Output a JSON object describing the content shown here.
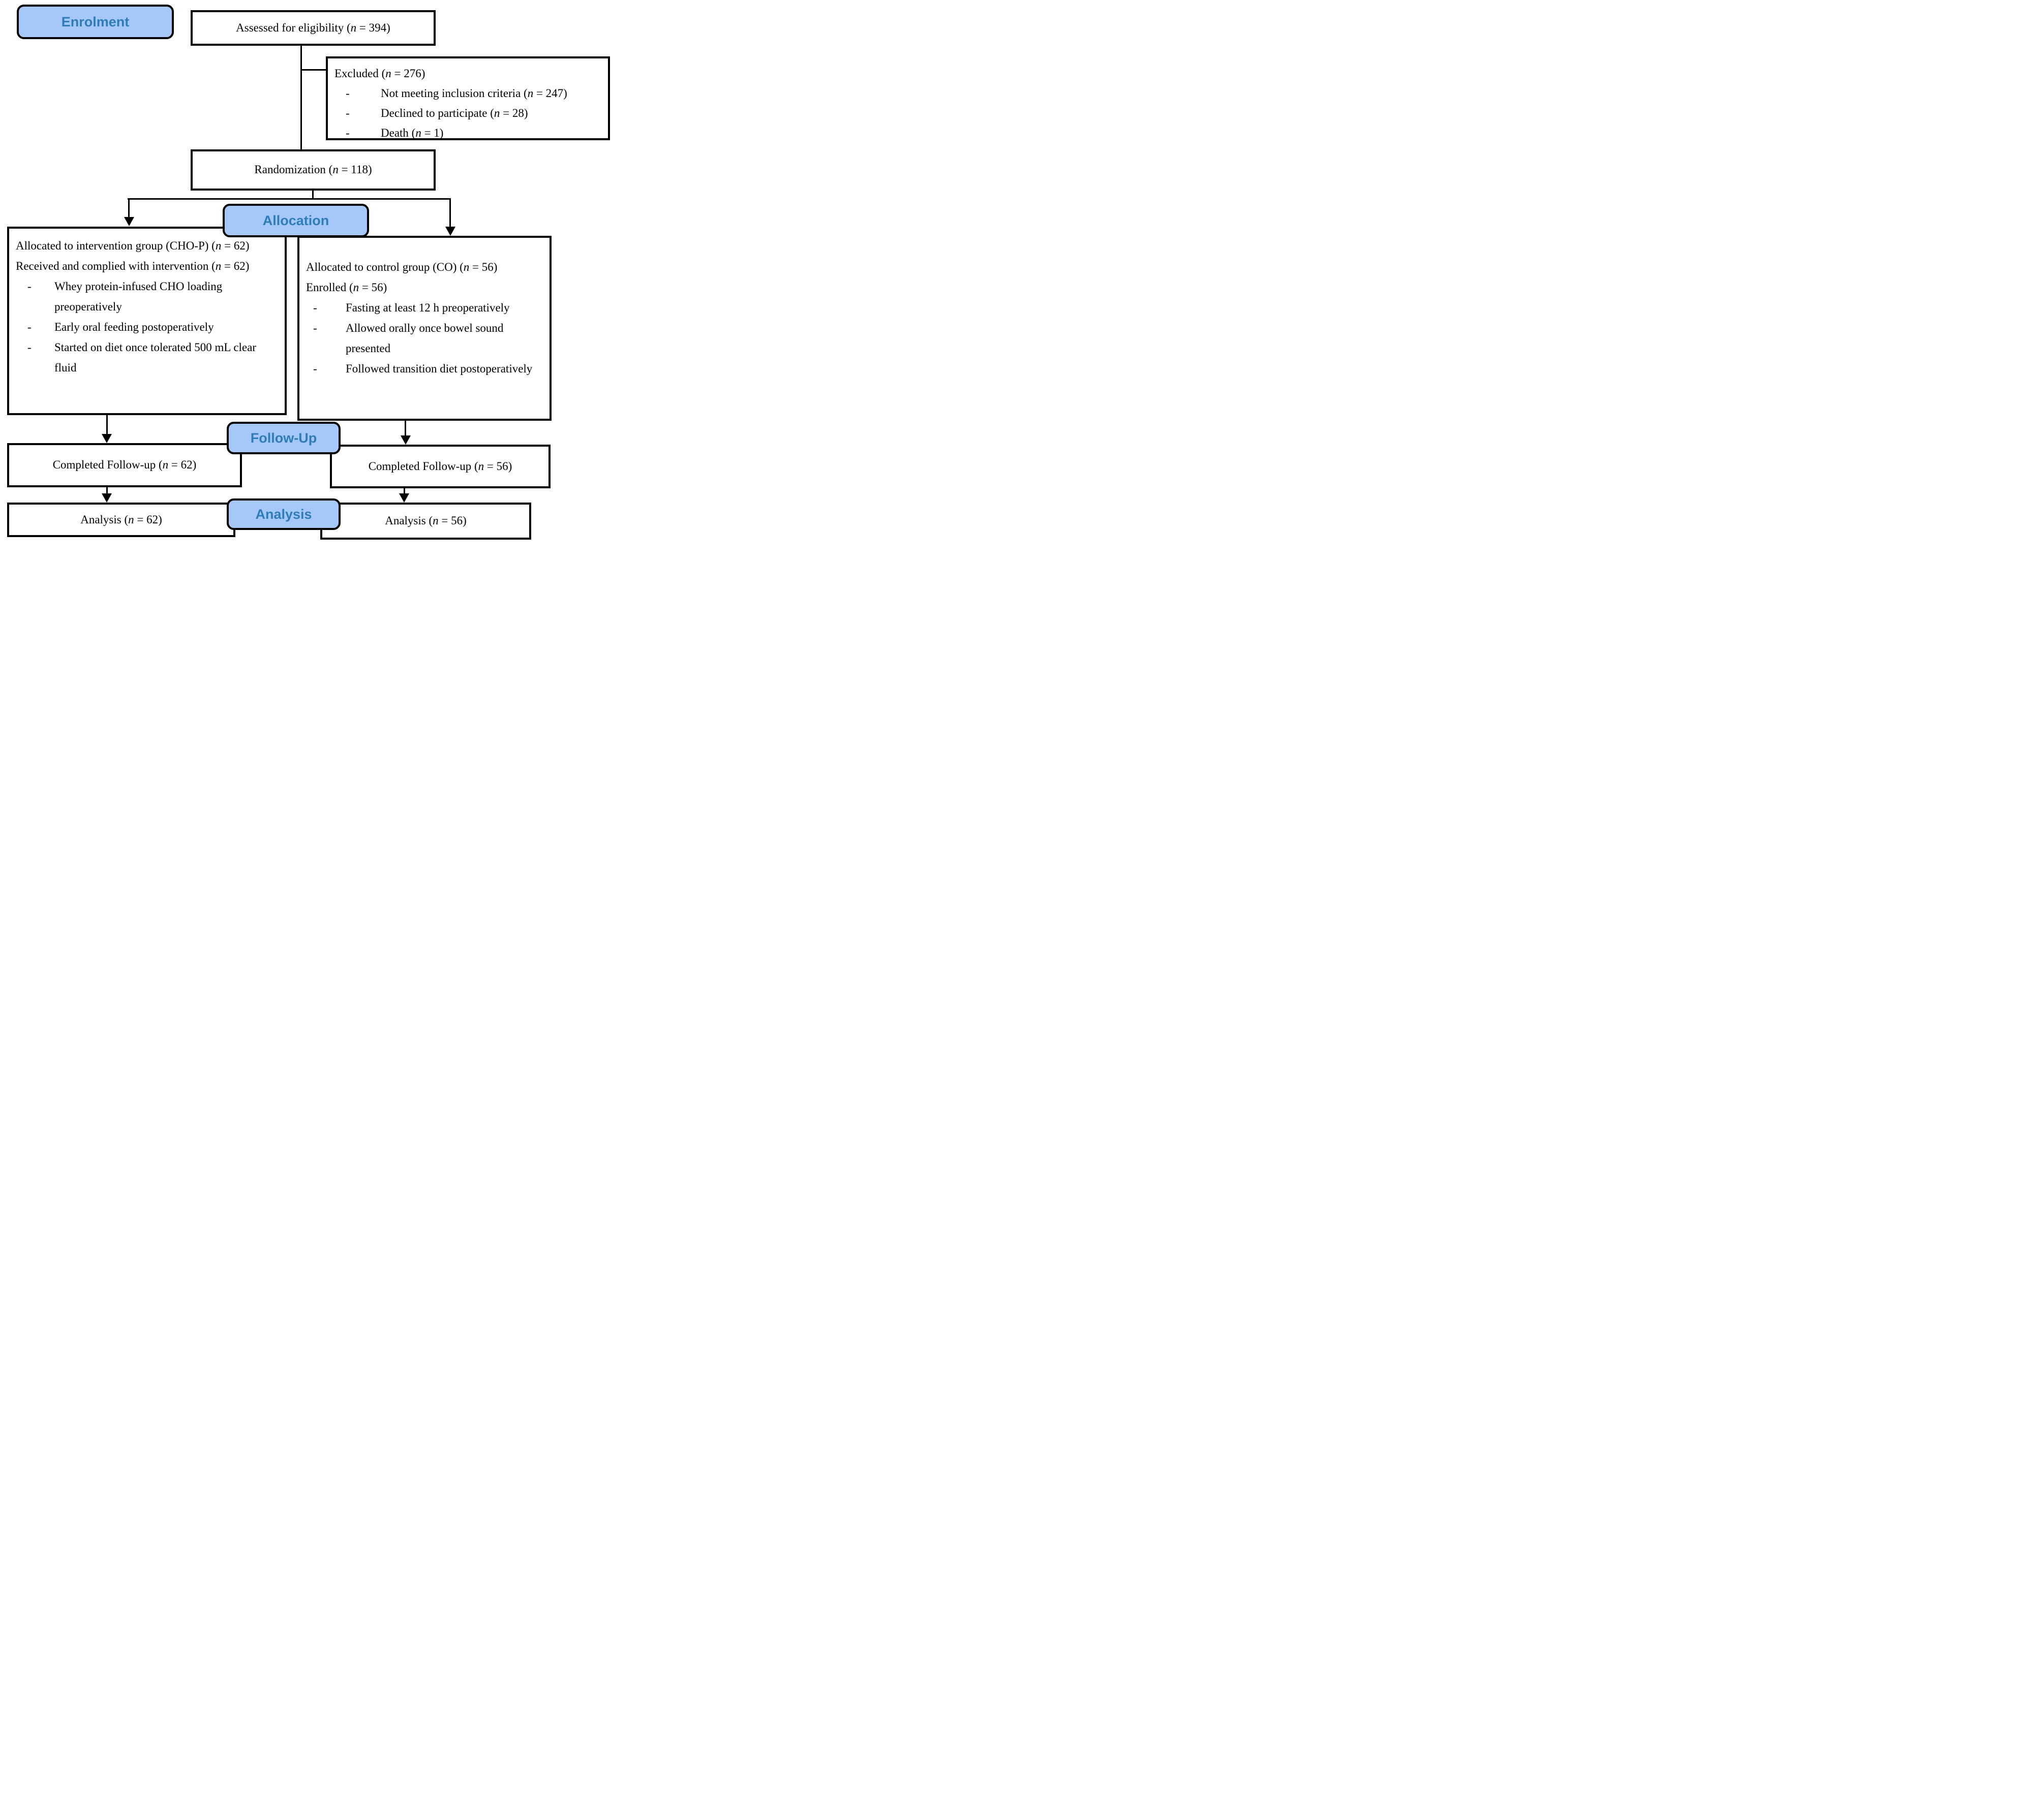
{
  "bullet_char": "-",
  "stages": {
    "enrolment": {
      "label": "Enrolment"
    },
    "allocation": {
      "label": "Allocation"
    },
    "followup": {
      "label": "Follow-Up"
    },
    "analysis": {
      "label": "Analysis"
    }
  },
  "boxes": {
    "assessed": {
      "text": "Assessed for eligibility (n = 394)"
    },
    "excluded": {
      "title": "Excluded (n = 276)",
      "items": [
        "Not meeting inclusion criteria (n = 247)",
        "Declined to participate (n = 28)",
        "Death (n = 1)"
      ]
    },
    "randomization": {
      "text": "Randomization (n = 118)"
    },
    "intervention": {
      "line1": "Allocated to intervention group (CHO-P) (n = 62)",
      "line2": "Received and complied with intervention (n = 62)",
      "items": [
        "Whey protein-infused CHO loading preoperatively",
        "Early oral feeding postoperatively",
        "Started on diet once tolerated 500 mL clear fluid"
      ]
    },
    "control": {
      "line1": "Allocated to control group (CO) (n = 56)",
      "line2": "Enrolled (n = 56)",
      "items": [
        "Fasting at least 12 h preoperatively",
        "Allowed orally once bowel sound presented",
        "Followed transition diet postoperatively"
      ]
    },
    "followup_left": {
      "text": "Completed Follow-up (n = 62)"
    },
    "followup_right": {
      "text": "Completed Follow-up (n = 56)"
    },
    "analysis_left": {
      "text": "Analysis (n = 62)"
    },
    "analysis_right": {
      "text": "Analysis (n = 56)"
    }
  },
  "colors": {
    "stage_fill": "#A6C8F8",
    "stage_text": "#2E7DB8",
    "line": "#000000",
    "box_background": "#FFFFFF"
  }
}
